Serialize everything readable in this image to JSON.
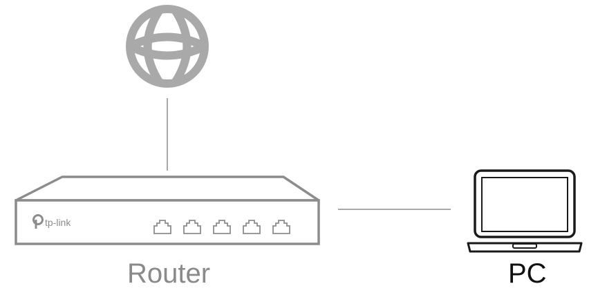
{
  "diagram": {
    "nodes": {
      "internet": {
        "icon": "globe-icon"
      },
      "router": {
        "label": "Router",
        "brand": "tp-link",
        "port_count": 5,
        "icon": "router-icon"
      },
      "pc": {
        "label": "PC",
        "icon": "laptop-icon"
      }
    },
    "edges": [
      {
        "from": "internet",
        "to": "router"
      },
      {
        "from": "router",
        "to": "pc"
      }
    ],
    "colors": {
      "globe": "#a9a9a9",
      "router": "#8c8c8c",
      "router_label": "#8a8a8a",
      "laptop": "#1a1a1a",
      "connector": "#8c8c8c"
    }
  }
}
